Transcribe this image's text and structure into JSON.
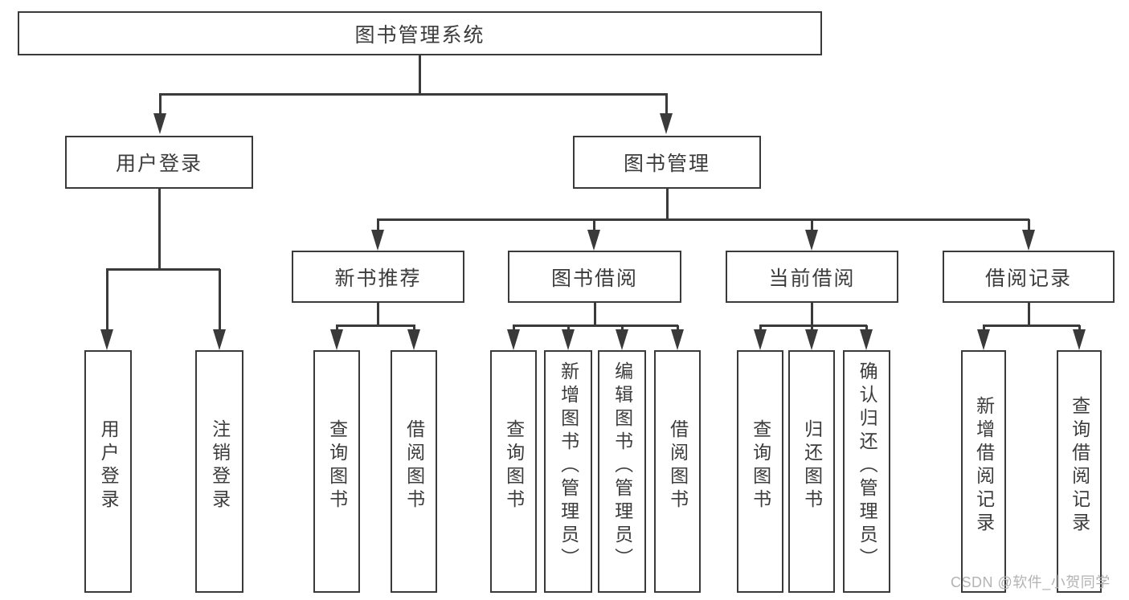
{
  "title": {
    "label": "图书管理系统"
  },
  "level1": [
    {
      "label": "用户登录"
    },
    {
      "label": "图书管理"
    }
  ],
  "level2": [
    {
      "label": "新书推荐"
    },
    {
      "label": "图书借阅"
    },
    {
      "label": "当前借阅"
    },
    {
      "label": "借阅记录"
    }
  ],
  "leaves": {
    "user_login": [
      {
        "label": "用户登录"
      },
      {
        "label": "注销登录"
      }
    ],
    "new_book": [
      {
        "label": "查询图书"
      },
      {
        "label": "借阅图书"
      }
    ],
    "book_borrow": [
      {
        "label": "查询图书"
      },
      {
        "label": "新增图书（管理员）"
      },
      {
        "label": "编辑图书（管理员）"
      },
      {
        "label": "借阅图书"
      }
    ],
    "current_borrow": [
      {
        "label": "查询图书"
      },
      {
        "label": "归还图书"
      },
      {
        "label": "确认归还（管理员）"
      }
    ],
    "borrow_record": [
      {
        "label": "新增借阅记录"
      },
      {
        "label": "查询借阅记录"
      }
    ]
  },
  "watermark": {
    "text": "CSDN @软件_小贺同学"
  },
  "colors": {
    "line": "#3a3a3a",
    "text": "#3c3c3c",
    "watermark": "#b3b3b3",
    "background": "#ffffff"
  }
}
